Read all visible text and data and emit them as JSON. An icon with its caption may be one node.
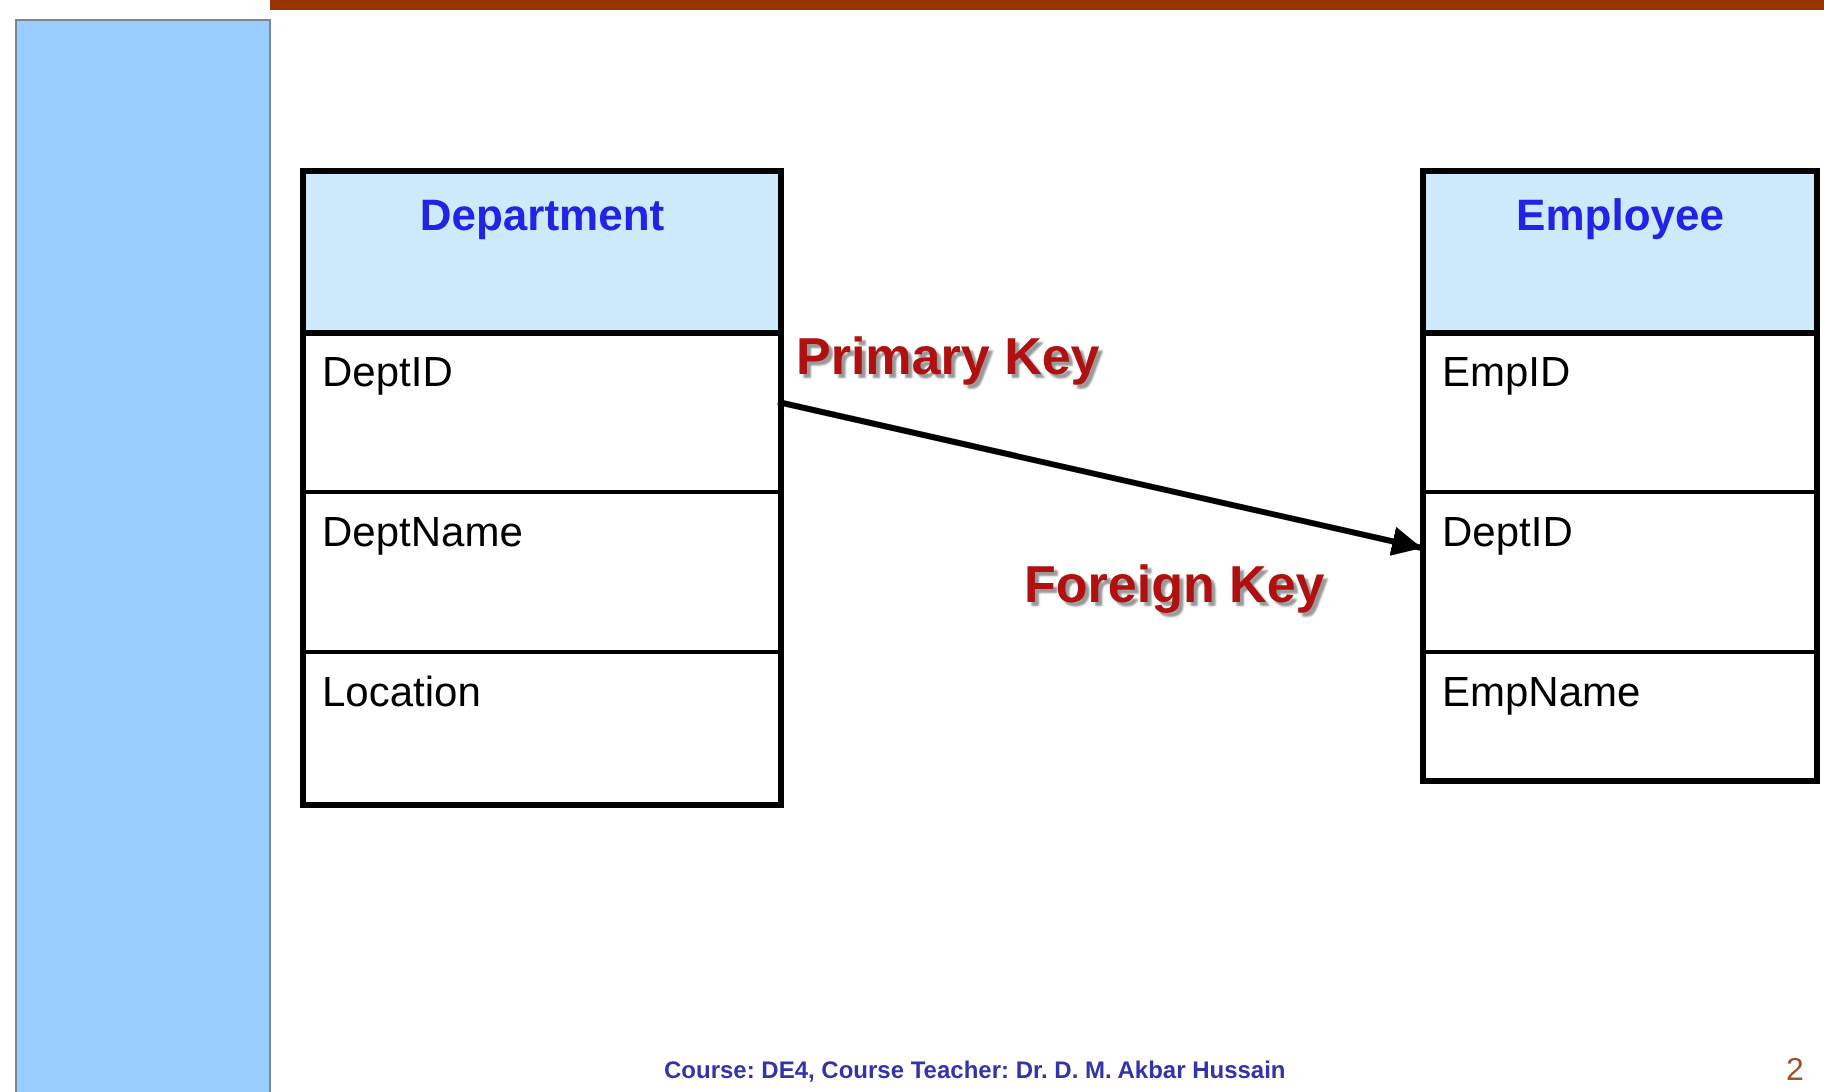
{
  "diagram": {
    "nodes": [
      {
        "text": [
          "Department"
        ]
      },
      {
        "text": [
          "DeptID"
        ],
        "in": 0
      },
      {
        "text": [
          "DeptName"
        ],
        "in": 0
      },
      {
        "text": [
          "Location"
        ],
        "in": 0
      },
      {
        "text": [
          "Employee"
        ]
      },
      {
        "text": [
          "EmpID"
        ],
        "in": 4
      },
      {
        "text": [
          "DeptID"
        ],
        "in": 4
      },
      {
        "text": [
          "EmpName"
        ],
        "in": 4
      }
    ],
    "edges": [
      {
        "from": 1,
        "to": 6,
        "arrow": "to"
      }
    ],
    "labels": [
      "Primary Key",
      "Foreign Key",
      "Course: DE4, Course Teacher:  Dr. D. M. Akbar Hussain",
      "2"
    ]
  }
}
